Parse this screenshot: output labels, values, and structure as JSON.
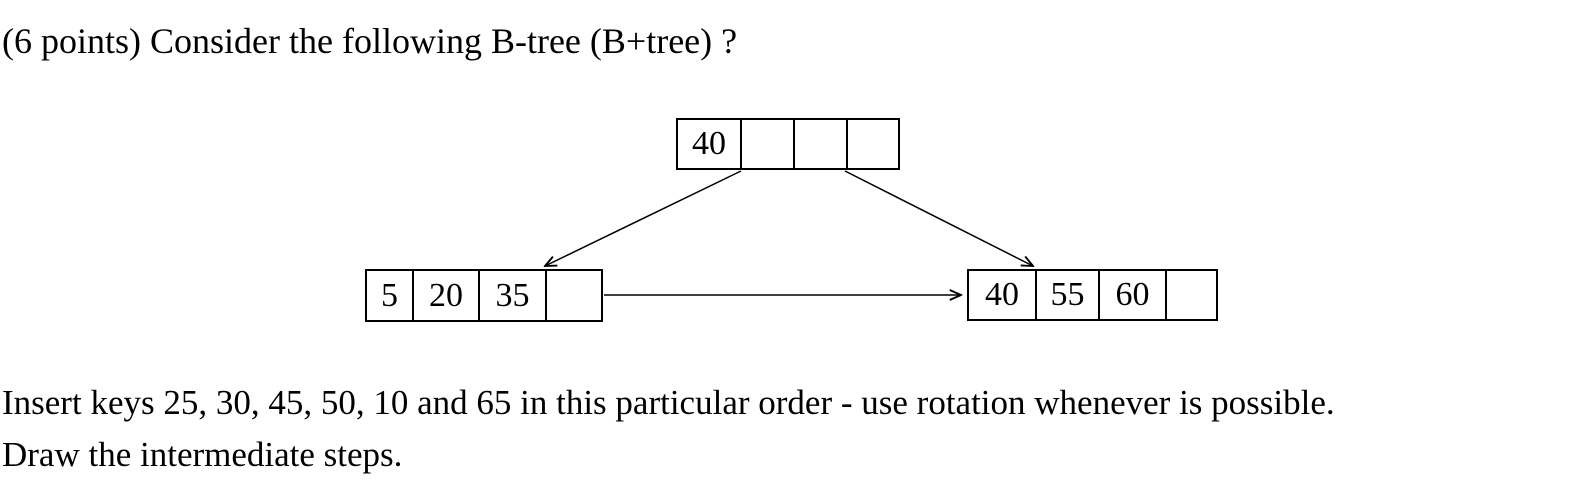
{
  "question": {
    "text": "(6 points) Consider the following B-tree (B+tree) ?"
  },
  "tree": {
    "root": {
      "cells": [
        "40",
        "",
        "",
        ""
      ]
    },
    "left_leaf": {
      "cells": [
        "5",
        "20",
        "35",
        ""
      ]
    },
    "right_leaf": {
      "cells": [
        "40",
        "55",
        "60",
        ""
      ]
    }
  },
  "edges": [
    {
      "name": "root-to-left-leaf",
      "style": "arrow"
    },
    {
      "name": "root-to-right-leaf",
      "style": "arrow"
    },
    {
      "name": "left-leaf-to-right-leaf-link",
      "style": "arrow"
    }
  ],
  "instructions": {
    "line1": "Insert keys 25, 30, 45, 50, 10 and 65 in this particular order - use rotation whenever is possible.",
    "line2": "Draw the intermediate steps."
  },
  "colors": {
    "ink": "#000000",
    "background": "#ffffff"
  }
}
